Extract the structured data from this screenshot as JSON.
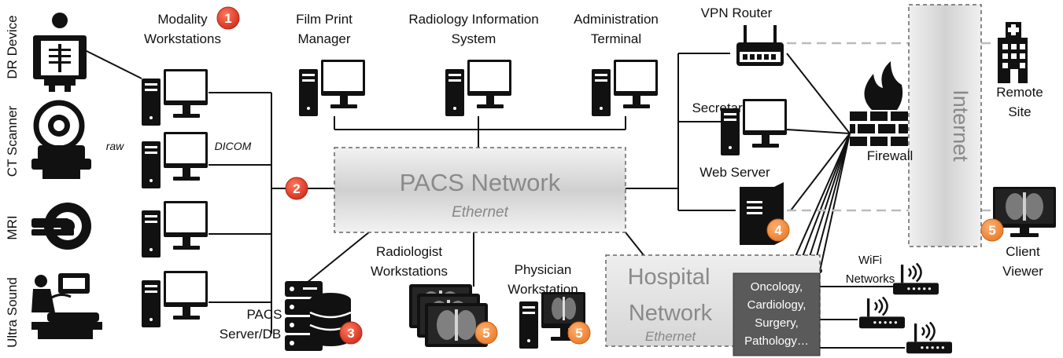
{
  "devices": {
    "dr": "DR Device",
    "ct": "CT Scanner",
    "mri": "MRI",
    "us": "Ultra Sound"
  },
  "modality": {
    "line1": "Modality",
    "line2": "Workstations",
    "raw": "raw",
    "dicom": "DICOM"
  },
  "top": {
    "film1": "Film Print",
    "film2": "Manager",
    "ris1": "Radiology Information",
    "ris2": "System",
    "admin1": "Administration",
    "admin2": "Terminal"
  },
  "pacs": {
    "title": "PACS Network",
    "sub": "Ethernet"
  },
  "server": {
    "line1": "PACS",
    "line2": "Server/DB"
  },
  "radiologist": {
    "line1": "Radiologist",
    "line2": "Workstations"
  },
  "physician": {
    "line1": "Physician",
    "line2": "Workstation"
  },
  "hospital": {
    "line1": "Hospital",
    "line2": "Network",
    "sub": "Ethernet"
  },
  "departments": [
    "Oncology,",
    "Cardiology,",
    "Surgery,",
    "Pathology…"
  ],
  "wifi": {
    "line1": "WiFi",
    "line2": "Networks"
  },
  "right": {
    "vpn": "VPN Router",
    "secretary": "Secretary PC",
    "web": "Web Server",
    "firewall": "Firewall",
    "internet": "Internet",
    "remote1": "Remote",
    "remote2": "Site",
    "client1": "Client",
    "client2": "Viewer"
  },
  "badges": {
    "b1": "1",
    "b2": "2",
    "b3": "3",
    "b4": "4",
    "b5a": "5",
    "b5b": "5",
    "b5c": "5"
  },
  "colors": {
    "red_badge": "#e03a2a",
    "orange_badge": "#f08a3a",
    "network_box": "#d4d4d4",
    "dept_box": "#5a5a5a",
    "internet_box": "#d8d8d8"
  }
}
